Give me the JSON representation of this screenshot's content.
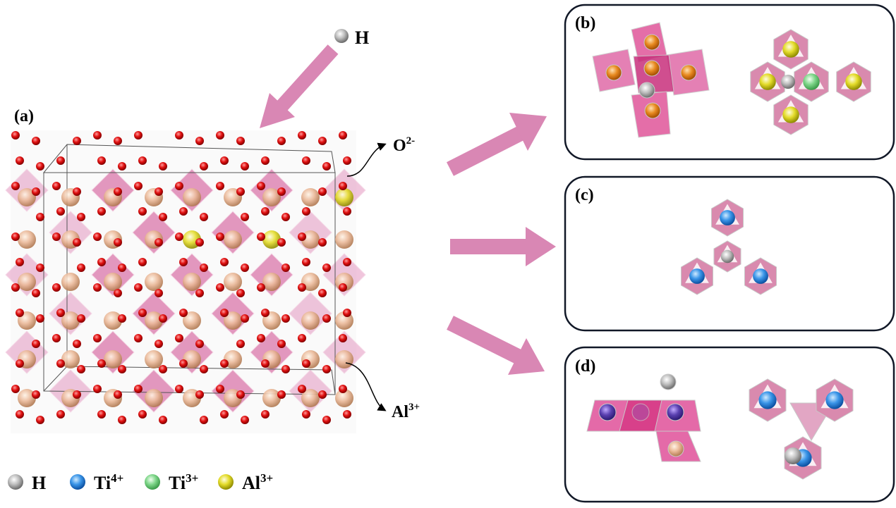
{
  "panels": {
    "a": "(a)",
    "b": "(b)",
    "c": "(c)",
    "d": "(d)"
  },
  "annotations": {
    "incoming_atom": "H",
    "oxygen_ion": "O",
    "oxygen_charge": "2-",
    "aluminum_ion": "Al",
    "aluminum_charge": "3+"
  },
  "legend": [
    {
      "symbol": "H",
      "charge": "",
      "color": "#a8a8a8"
    },
    {
      "symbol": "Ti",
      "charge": "4+",
      "color": "#1e78d8"
    },
    {
      "symbol": "Ti",
      "charge": "3+",
      "color": "#6cc878"
    },
    {
      "symbol": "Al",
      "charge": "3+",
      "color": "#d8d020"
    }
  ],
  "colors": {
    "arrow": "#d987b4",
    "octahedron": "#d9559a",
    "oxygen": "#e01010",
    "al_bulk": "#e8b898",
    "panel_border": "#111827"
  }
}
